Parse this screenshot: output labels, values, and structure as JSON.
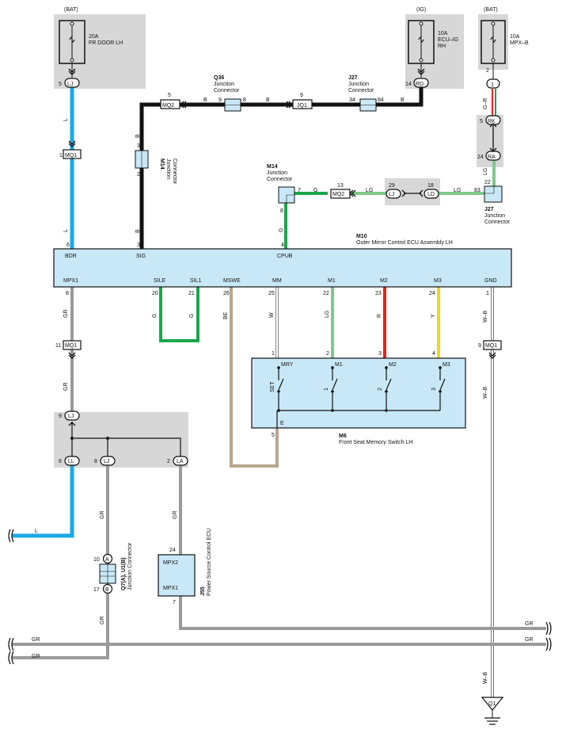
{
  "colors": {
    "blue": "#1aa8e8",
    "black": "#111111",
    "green": "#1aa64b",
    "light_green": "#7dc98a",
    "red": "#e3241b",
    "yellow": "#f2dc00",
    "gray": "#9a9a9a",
    "beige": "#b9a58e",
    "shade": "#d7d7d7",
    "ecu_fill": "#c9e8f7"
  },
  "fuses": {
    "fr_door": {
      "source": "(BAT)",
      "rating": "20A",
      "name": "FR DOOR LH"
    },
    "ecu_ig": {
      "source": "(IG)",
      "rating": "10A",
      "name1": "ECU–IG",
      "name2": "RH"
    },
    "mpx_b": {
      "source": "(BAT)",
      "rating": "10A",
      "name": "MPX–B"
    }
  },
  "ecu": {
    "code": "M10",
    "name": "Outer Mirror Control ECU Assembly LH",
    "top_terms": [
      "BDR",
      "SIG",
      "CPUB"
    ],
    "top_pins": [
      "6",
      "3",
      "4"
    ],
    "bottom_terms": [
      "MPX1",
      "SILE",
      "SIL1",
      "MSWE",
      "MM",
      "M1",
      "M2",
      "M3",
      "GND"
    ],
    "bottom_pins": [
      "8",
      "20",
      "21",
      "26",
      "25",
      "22",
      "23",
      "24",
      "1"
    ]
  },
  "switch": {
    "code": "M6",
    "name": "Front Seat Memory Switch LH",
    "terms": [
      "MRY",
      "M1",
      "M2",
      "M3"
    ],
    "pins": [
      "1",
      "2",
      "3",
      "4"
    ],
    "buttons": [
      "SET",
      "1",
      "2",
      "3"
    ],
    "e_label": "E",
    "e_pin": "5"
  },
  "junctions": {
    "q36": {
      "code": "Q36",
      "line1": "Junction",
      "line2": "Connector",
      "pin_l": "9",
      "pin_r": "8"
    },
    "j27_top": {
      "code": "J27",
      "line1": "Junction",
      "line2": "Connector",
      "pin_l": "34",
      "pin_r": "84"
    },
    "m14_left": {
      "code": "M14",
      "line1": "Junction",
      "line2": "Connector",
      "pin_t": "3",
      "pin_b": "2"
    },
    "m14_mid": {
      "code": "M14",
      "line1": "Junction",
      "line2": "Connector",
      "pin_r": "7",
      "pin_b": "8"
    },
    "j27_right": {
      "code": "J27",
      "line1": "Junction",
      "line2": "Connector",
      "pin_t": "22",
      "pin_l": "83"
    },
    "q7": {
      "code": "Q7(A), U1(B)",
      "line": "Junction Connector",
      "pin_a": "10",
      "label_a": "A",
      "pin_b": "17",
      "label_b": "B"
    }
  },
  "power_ecu": {
    "code": "J55",
    "name": "Power Source Control ECU",
    "mpx2": "MPX2",
    "mpx1": "MPX1",
    "pin24": "24",
    "pin7": "7"
  },
  "connectors": {
    "lj_top": "LJ",
    "rd": "RD",
    "mq2_top": "MQ2",
    "jq1": "JQ1",
    "mq1_top": "MQ1",
    "one": "1",
    "rk": "RK",
    "ra": "RA",
    "mq2_mid": "MQ2",
    "lj_mid": "LJ",
    "ld": "LD",
    "mq1_left": "MQ1",
    "mq1_right": "MQ1",
    "lj_low": "LJ",
    "ll": "LL",
    "lj_low2": "LJ",
    "la": "LA",
    "ground": "Q1"
  },
  "pins": {
    "lj_top": "5",
    "rd": "14",
    "mq2_top": "5",
    "jq1": "9",
    "mq1_top": "1",
    "one_top": "2",
    "rk": "5",
    "ra": "24",
    "mq2_mid": "13",
    "lj_mid": "29",
    "ld": "18",
    "mq1_left": "11",
    "mq1_right": "9",
    "lj_low": "9",
    "ll": "8",
    "lj_low2": "8",
    "la": "2"
  },
  "wires": {
    "L": "L",
    "B": "B",
    "GR": "GR",
    "G": "G",
    "LG": "LG",
    "W": "W",
    "R": "R",
    "Y": "Y",
    "BE": "BE",
    "WB": "W–B",
    "GR_stripe": "G–R"
  }
}
